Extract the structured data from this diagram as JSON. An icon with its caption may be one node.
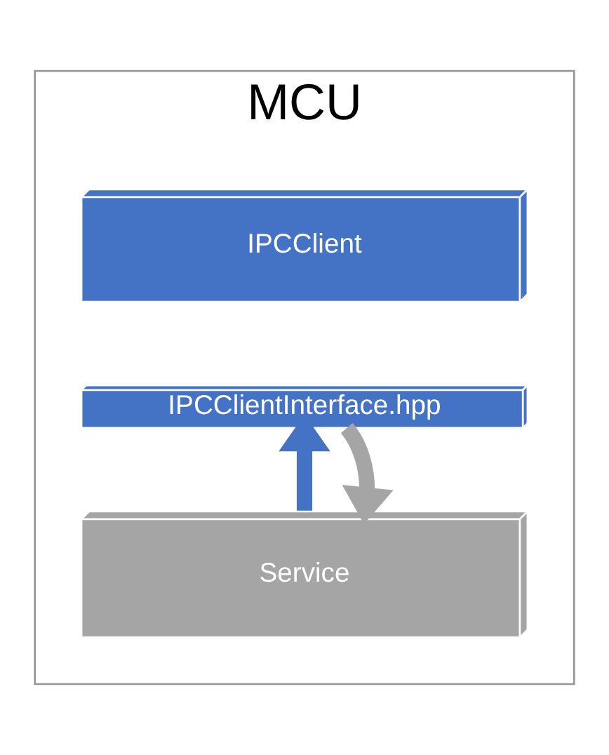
{
  "diagram": {
    "nodes": [
      {
        "text": [
          "MCU"
        ]
      },
      {
        "text": [
          "IPCClient"
        ],
        "in": 0
      },
      {
        "text": [
          "IPCClientInterface.hpp"
        ],
        "in": 0
      },
      {
        "text": [
          "Service"
        ],
        "in": 0
      }
    ],
    "edges": [
      {
        "from": 3,
        "to": 2,
        "arrow": "to",
        "color": "#4472c4"
      },
      {
        "from": 2,
        "to": 3,
        "arrow": "to",
        "color": "#a5a5a5"
      }
    ]
  }
}
